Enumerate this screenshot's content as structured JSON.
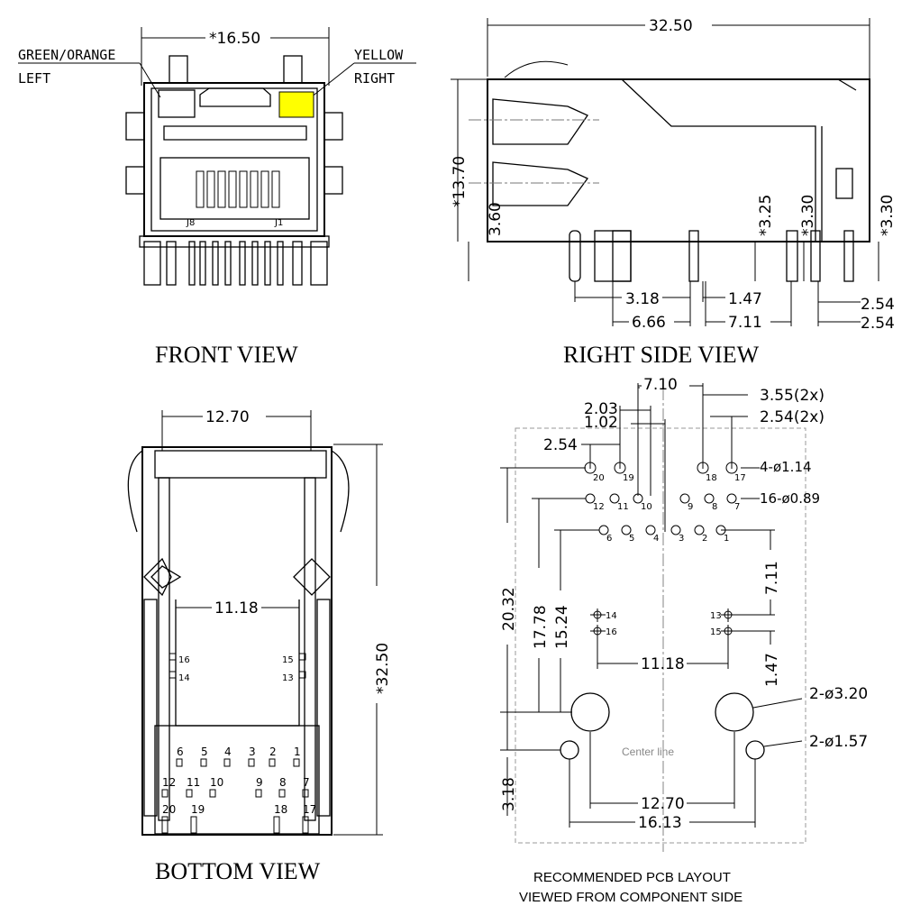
{
  "front_view": {
    "title": "FRONT VIEW",
    "width_dim": "*16.50",
    "led_left_label_1": "GREEN/ORANGE",
    "led_left_label_2": "LEFT",
    "led_right_label_1": "YELLOW",
    "led_right_label_2": "RIGHT",
    "pin_left": "J8",
    "pin_right": "J1",
    "led_color": "#ffff00"
  },
  "side_view": {
    "title": "RIGHT SIDE VIEW",
    "length_dim": "32.50",
    "height_dim": "*13.70",
    "dim_3_60": "3.60",
    "dim_3_25": "*3.25",
    "dim_3_30_a": "*3.30",
    "dim_3_30_b": "*3.30",
    "dim_3_18": "3.18",
    "dim_1_47": "1.47",
    "dim_2_54_a": "2.54",
    "dim_6_66": "6.66",
    "dim_7_11": "7.11",
    "dim_2_54_b": "2.54"
  },
  "bottom_view": {
    "title": "BOTTOM VIEW",
    "dim_12_70": "12.70",
    "dim_11_18": "11.18",
    "dim_32_50": "*32.50",
    "pins_row1": [
      "6",
      "5",
      "4",
      "3",
      "2",
      "1"
    ],
    "pins_row2": [
      "12",
      "11",
      "10",
      "9",
      "8",
      "7"
    ],
    "pins_row3": [
      "20",
      "19",
      "18",
      "17"
    ],
    "pins_side": [
      "16",
      "14",
      "15",
      "13"
    ]
  },
  "pcb_layout": {
    "title_line1": "RECOMMENDED PCB LAYOUT",
    "title_line2": "VIEWED FROM COMPONENT SIDE",
    "center_line": "Center line",
    "dim_7_10": "7.10",
    "dim_3_55": "3.55(2x)",
    "dim_2_03": "2.03",
    "dim_1_02": "1.02",
    "dim_2_54_2x": "2.54(2x)",
    "dim_2_54": "2.54",
    "hole_4": "4-ø1.14",
    "hole_16": "16-ø0.89",
    "hole_2a": "2-ø3.20",
    "hole_2b": "2-ø1.57",
    "dim_20_32": "20.32",
    "dim_17_78": "17.78",
    "dim_15_24": "15.24",
    "dim_7_11": "7.11",
    "dim_1_47": "1.47",
    "dim_11_18": "11.18",
    "dim_12_70": "12.70",
    "dim_16_13": "16.13",
    "dim_3_18": "3.18",
    "pins_top": [
      "20",
      "19",
      "18",
      "17"
    ],
    "pins_mid": [
      "12",
      "11",
      "10",
      "9",
      "8",
      "7"
    ],
    "pins_low": [
      "6",
      "5",
      "4",
      "3",
      "2",
      "1"
    ],
    "pins_side": [
      "14",
      "16",
      "13",
      "15"
    ]
  }
}
